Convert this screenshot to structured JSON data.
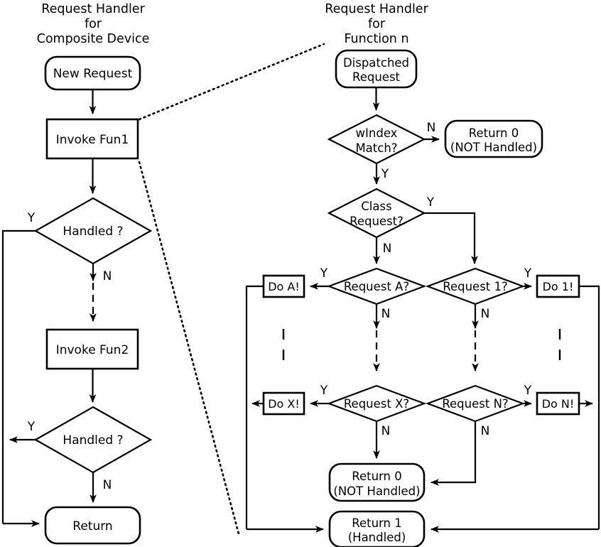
{
  "diagram": {
    "left_panel": {
      "title_lines": [
        "Request Handler",
        "for",
        "Composite Device"
      ],
      "nodes": {
        "new_request": "New Request",
        "invoke_fun1": "Invoke Fun1",
        "handled_1": "Handled ?",
        "invoke_fun2": "Invoke Fun2",
        "handled_2": "Handled ?",
        "return": "Return"
      },
      "edge_labels": {
        "handled1_yes": "Y",
        "handled1_no": "N",
        "handled2_yes": "Y",
        "handled2_no": "N"
      }
    },
    "right_panel": {
      "title_lines": [
        "Request Handler",
        "for",
        "Function n"
      ],
      "nodes": {
        "dispatched_request_line1": "Dispatched",
        "dispatched_request_line2": "Request",
        "windex_match_line1": "wIndex",
        "windex_match_line2": "Match?",
        "return0_top_line1": "Return 0",
        "return0_top_line2": "(NOT Handled)",
        "class_request_line1": "Class",
        "class_request_line2": "Request?",
        "request_a": "Request A?",
        "request_1": "Request 1?",
        "do_a": "Do A!",
        "do_1": "Do 1!",
        "request_x": "Request X?",
        "request_n": "Request N?",
        "do_x": "Do X!",
        "do_n": "Do N!",
        "return0_bottom_line1": "Return 0",
        "return0_bottom_line2": "(NOT Handled)",
        "return1_line1": "Return 1",
        "return1_line2": "(Handled)"
      },
      "edge_labels": {
        "windex_no": "N",
        "windex_yes": "Y",
        "class_yes": "Y",
        "class_no": "N",
        "request_a_yes": "Y",
        "request_a_no": "N",
        "request_1_yes": "Y",
        "request_1_no": "N",
        "request_x_yes": "Y",
        "request_x_no": "N",
        "request_n_yes": "Y",
        "request_n_no": "N"
      }
    },
    "colors": {
      "stroke": "#000000",
      "fill": "#ffffff",
      "background": "#ffffff"
    }
  }
}
